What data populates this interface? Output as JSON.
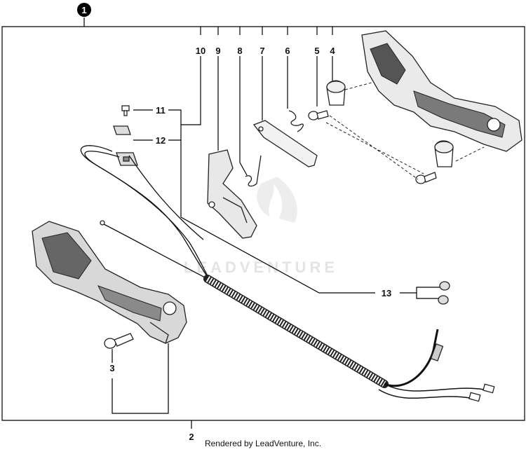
{
  "diagram": {
    "assembly_callout": "1",
    "callouts": {
      "c2": "2",
      "c3": "3",
      "c4": "4",
      "c5": "5",
      "c6": "6",
      "c7": "7",
      "c8": "8",
      "c9": "9",
      "c10": "10",
      "c11": "11",
      "c12": "12",
      "c13": "13"
    },
    "watermark": "LEADVENTURE",
    "footer": "Rendered by LeadVenture, Inc."
  }
}
